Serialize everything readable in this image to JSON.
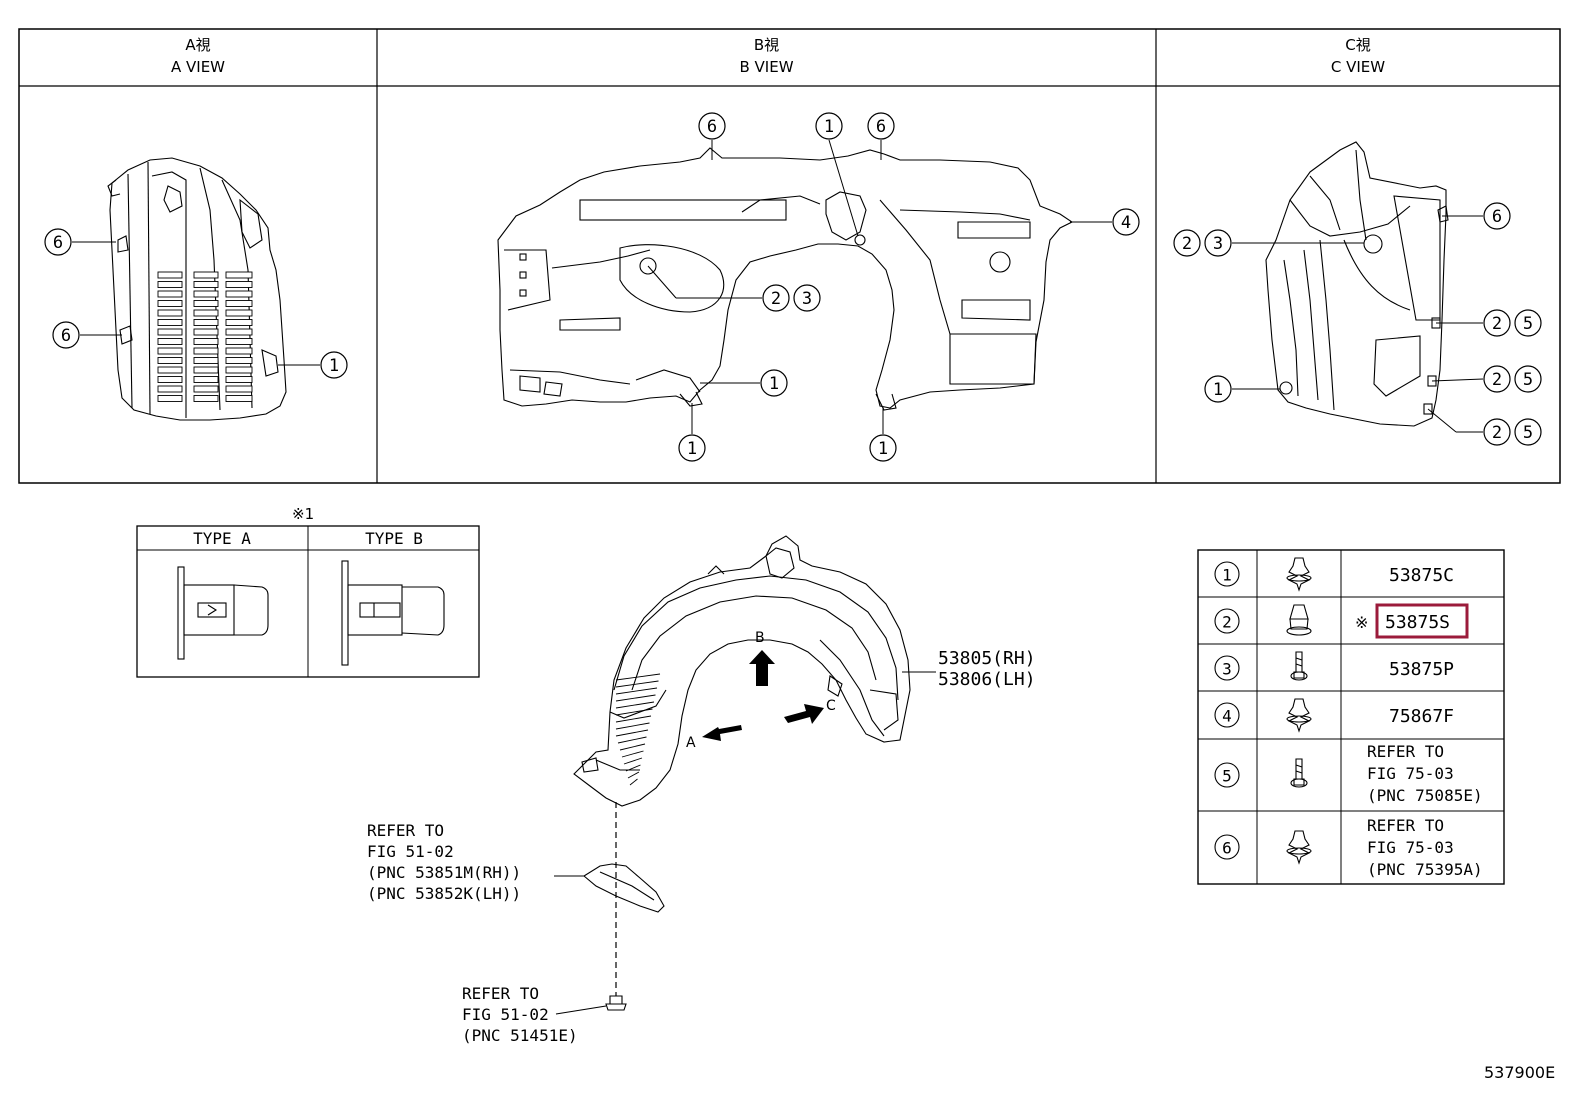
{
  "views": {
    "a": {
      "jp": "A視",
      "en": "A VIEW"
    },
    "b": {
      "jp": "B視",
      "en": "B VIEW"
    },
    "c": {
      "jp": "C視",
      "en": "C VIEW"
    }
  },
  "callouts": {
    "c1": "1",
    "c2": "2",
    "c3": "3",
    "c4": "4",
    "c5": "5",
    "c6": "6"
  },
  "type_table": {
    "mark": "※1",
    "type_a": "TYPE A",
    "type_b": "TYPE B"
  },
  "main_part": {
    "rh": "53805(RH)",
    "lh": "53806(LH)"
  },
  "arrows": {
    "a": "A",
    "b": "B",
    "c": "C"
  },
  "refer_upper": [
    "REFER TO",
    "FIG 51-02",
    "(PNC 53851M(RH))",
    "(PNC 53852K(LH))"
  ],
  "refer_lower": [
    "REFER TO",
    "FIG 51-02",
    "(PNC 51451E)"
  ],
  "parts_table": [
    {
      "num": "1",
      "icon": "clip-icon",
      "part": "53875C"
    },
    {
      "num": "2",
      "icon": "clip-nut-icon",
      "mark": "※",
      "part": "53875S",
      "highlight": true
    },
    {
      "num": "3",
      "icon": "screw-icon",
      "part": "53875P"
    },
    {
      "num": "4",
      "icon": "clip-icon",
      "part": "75867F"
    },
    {
      "num": "5",
      "icon": "screw-icon",
      "part_lines": [
        "REFER TO",
        "FIG 75-03",
        "(PNC 75085E)"
      ]
    },
    {
      "num": "6",
      "icon": "clip-icon",
      "part_lines": [
        "REFER TO",
        "FIG 75-03",
        "(PNC 75395A)"
      ]
    }
  ],
  "highlight_color": "#9b1b3b",
  "figure_id": "537900E"
}
